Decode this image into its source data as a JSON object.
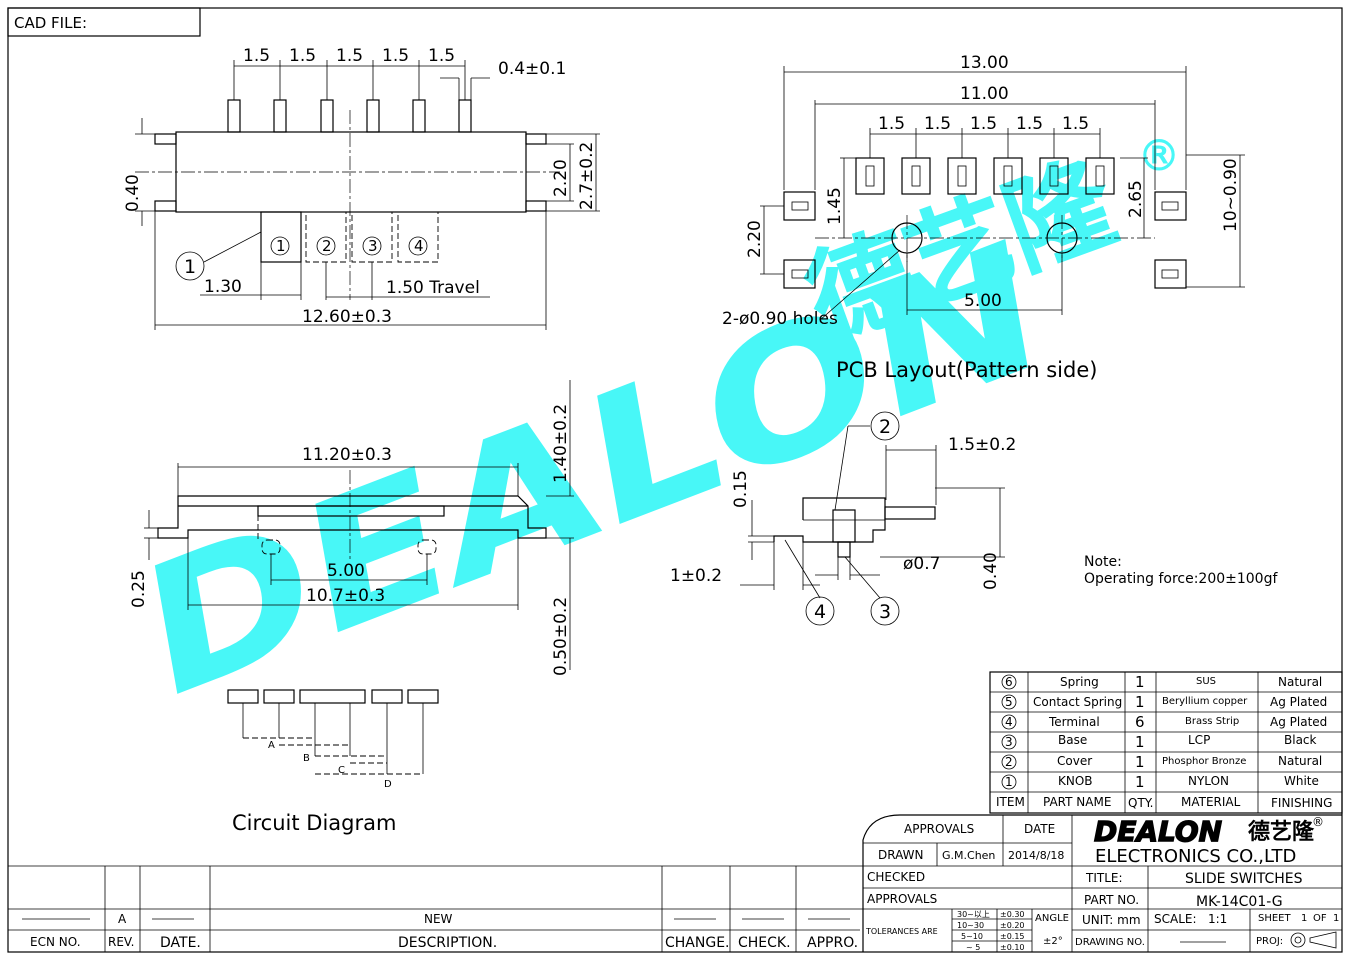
{
  "header": {
    "cad_file_label": "CAD FILE:"
  },
  "top_view": {
    "pitch_dims": [
      "1.5",
      "1.5",
      "1.5",
      "1.5",
      "1.5"
    ],
    "pin_width": "0.4±0.1",
    "left_height": "0.40",
    "right_height_inner": "2.20",
    "right_height_outer": "2.7±0.2",
    "knob_offset": "1.30",
    "travel": "1.50 Travel",
    "overall_length": "12.60±0.3",
    "item_callout": "1",
    "positions": [
      "1",
      "2",
      "3",
      "4"
    ]
  },
  "pcb_layout": {
    "overall_width": "13.00",
    "inner_width": "11.00",
    "pitch_dims": [
      "1.5",
      "1.5",
      "1.5",
      "1.5",
      "1.5"
    ],
    "row_spacing": "1.45",
    "pad_height": "2.65",
    "side_pad_spacing": "2.20",
    "right_span": "10~0.90",
    "hole_spacing": "5.00",
    "holes_label": "2-ø0.90 holes",
    "title": "PCB Layout(Pattern side)",
    "registered_mark": "®"
  },
  "side_view": {
    "length_top": "11.20±0.3",
    "height": "1.40±0.2",
    "left_dim": "0.25",
    "peg_spacing": "5.00",
    "bottom_length": "10.7±0.3",
    "peg_height": "0.50±0.2"
  },
  "end_view": {
    "callout_top": "2",
    "pin_len": "1.5±0.2",
    "thickness": "0.15",
    "left_offset": "1±0.2",
    "peg_dia": "ø0.7",
    "height": "0.40",
    "callout_left": "4",
    "callout_right": "3"
  },
  "note": {
    "title": "Note:",
    "text": "Operating force:200±100gf"
  },
  "circuit": {
    "title": "Circuit Diagram",
    "labels": [
      "A",
      "B",
      "C",
      "D"
    ]
  },
  "bom": {
    "headers": [
      "ITEM",
      "PART NAME",
      "QTY.",
      "MATERIAL",
      "FINISHING"
    ],
    "rows": [
      {
        "item": "6",
        "name": "Spring",
        "qty": "1",
        "material": "SUS",
        "finish": "Natural"
      },
      {
        "item": "5",
        "name": "Contact Spring",
        "qty": "1",
        "material": "Beryllium copper",
        "finish": "Ag Plated"
      },
      {
        "item": "4",
        "name": "Terminal",
        "qty": "6",
        "material": "Brass Strip",
        "finish": "Ag Plated"
      },
      {
        "item": "3",
        "name": "Base",
        "qty": "1",
        "material": "LCP",
        "finish": "Black"
      },
      {
        "item": "2",
        "name": "Cover",
        "qty": "1",
        "material": "Phosphor Bronze",
        "finish": "Natural"
      },
      {
        "item": "1",
        "name": "KNOB",
        "qty": "1",
        "material": "NYLON",
        "finish": "White"
      }
    ]
  },
  "title_block": {
    "approvals_label": "APPROVALS",
    "date_label": "DATE",
    "drawn_label": "DRAWN",
    "drawn_by": "G.M.Chen",
    "drawn_date": "2014/8/18",
    "checked_label": "CHECKED",
    "approvals2_label": "APPROVALS",
    "tolerances_label": "TOLERANCES ARE",
    "tol_ranges": [
      "30~以上",
      "10~30",
      "5~10",
      "~ 5"
    ],
    "tol_values": [
      "±0.30",
      "±0.20",
      "±0.15",
      "±0.10"
    ],
    "angle_label": "ANGLE",
    "angle_value": "±2°",
    "logo_text": "DEALON",
    "logo_cn": "德艺隆",
    "logo_reg": "®",
    "company": "ELECTRONICS CO.,LTD",
    "title_label": "TITLE:",
    "title_value": "SLIDE SWITCHES",
    "part_no_label": "PART NO.",
    "part_no_value": "MK-14C01-G",
    "unit_label": "UNIT: mm",
    "scale_label": "SCALE:",
    "scale_value": "1:1",
    "sheet_label": "SHEET",
    "sheet_value": "1",
    "of_label": "OF",
    "of_value": "1",
    "drawing_no_label": "DRAWING NO.",
    "proj_label": "PROJ:"
  },
  "revision_block": {
    "rev_value": "A",
    "description_value": "NEW",
    "ecn_label": "ECN NO.",
    "rev_label": "REV.",
    "date_label": "DATE.",
    "description_label": "DESCRIPTION.",
    "change_label": "CHANGE.",
    "check_label": "CHECK.",
    "appro_label": "APPRO."
  },
  "watermark": {
    "text": "DEALON",
    "cn": "德艺隆"
  }
}
